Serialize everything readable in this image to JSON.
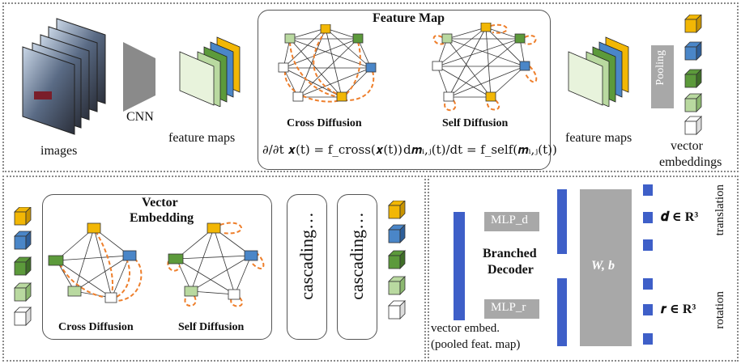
{
  "top_panel": {
    "images_label": "images",
    "cnn_label": "CNN",
    "feature_maps_label_left": "feature maps",
    "feature_map_box_title": "Feature Map",
    "cross_diffusion_label": "Cross Diffusion",
    "self_diffusion_label": "Self Diffusion",
    "cross_equation": "∂/∂t 𝒙(t) = f_cross(𝒙(t))",
    "self_equation": "d𝒎ᵢ,ⱼ(t)/dt = f_self(𝒎ᵢ,ⱼ(t))",
    "feature_maps_label_right": "feature maps",
    "pooling_label": "Pooling",
    "vector_embeddings_label_1": "vector",
    "vector_embeddings_label_2": "embeddings"
  },
  "bottom_left_panel": {
    "vector_embedding_title_1": "Vector",
    "vector_embedding_title_2": "Embedding",
    "cross_diffusion_label": "Cross Diffusion",
    "self_diffusion_label": "Self Diffusion",
    "cascading_label_1": "cascading…",
    "cascading_label_2": "cascading…"
  },
  "bottom_right_panel": {
    "mlp_d_label": "MLP_d",
    "mlp_r_label": "MLP_r",
    "branched_decoder_label_1": "Branched",
    "branched_decoder_label_2": "Decoder",
    "wb_label": "W, b",
    "d_label": "𝒅 ∈ R³",
    "r_label": "𝒓 ∈ R³",
    "translation_label": "translation",
    "rotation_label": "rotation",
    "vector_embed_label_1": "vector embed.",
    "vector_embed_label_2": "(pooled feat. map)"
  },
  "colors": {
    "yellow": "#f2b705",
    "blue": "#4a86c8",
    "green": "#5c9a3b",
    "light_green": "#b9d9a0",
    "white": "#ffffff",
    "orange_arrow": "#ee7f2c",
    "decoder_blue": "#3e5fc8",
    "grey": "#a8a8a8"
  }
}
